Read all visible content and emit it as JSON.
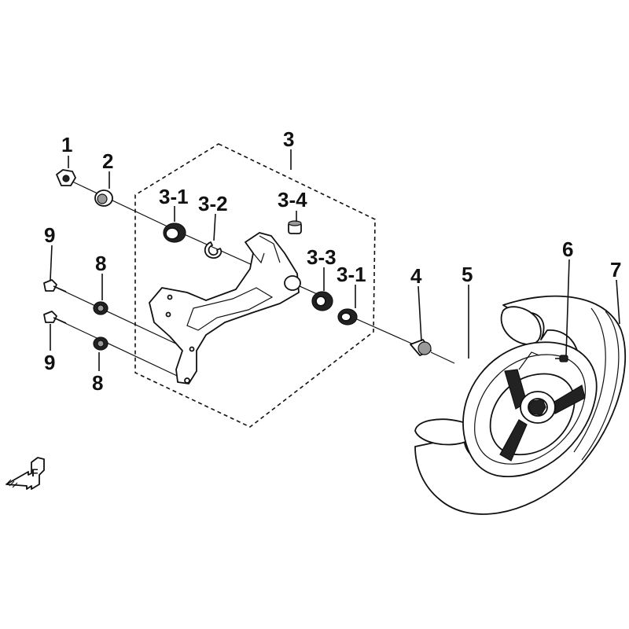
{
  "diagram": {
    "callouts": [
      {
        "id": "1",
        "text": "1"
      },
      {
        "id": "2",
        "text": "2"
      },
      {
        "id": "3",
        "text": "3"
      },
      {
        "id": "3-1a",
        "text": "3-1"
      },
      {
        "id": "3-2",
        "text": "3-2"
      },
      {
        "id": "3-4",
        "text": "3-4"
      },
      {
        "id": "3-3",
        "text": "3-3"
      },
      {
        "id": "3-1b",
        "text": "3-1"
      },
      {
        "id": "4",
        "text": "4"
      },
      {
        "id": "5",
        "text": "5"
      },
      {
        "id": "6",
        "text": "6"
      },
      {
        "id": "7",
        "text": "7"
      },
      {
        "id": "8a",
        "text": "8"
      },
      {
        "id": "8b",
        "text": "8"
      },
      {
        "id": "9a",
        "text": "9"
      },
      {
        "id": "9b",
        "text": "9"
      }
    ],
    "direction_marker": "F"
  }
}
